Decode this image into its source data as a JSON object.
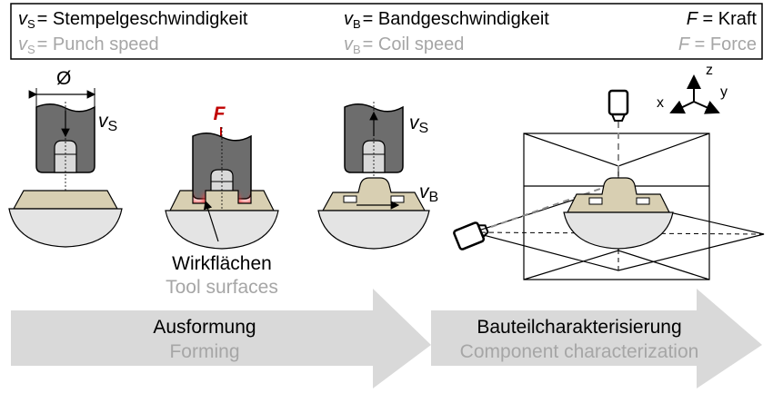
{
  "legend": {
    "punch": {
      "symbol": "v",
      "sub": "S",
      "de": "Stempelgeschwindigkeit",
      "en": "Punch speed"
    },
    "coil": {
      "symbol": "v",
      "sub": "B",
      "de": "Bandgeschwindigkeit",
      "en": "Coil speed"
    },
    "force": {
      "symbol": "F",
      "de": "Kraft",
      "en": "Force"
    },
    "equals": "="
  },
  "annotations": {
    "diameter": "Ø",
    "punch_speed_symbol": "v",
    "punch_speed_sub": "S",
    "coil_speed_symbol": "v",
    "coil_speed_sub": "B",
    "force_symbol": "F",
    "tool_surfaces_de": "Wirkflächen",
    "tool_surfaces_en": "Tool surfaces"
  },
  "axes": {
    "x": "x",
    "y": "y",
    "z": "z"
  },
  "stages": {
    "forming_de": "Ausformung",
    "forming_en": "Forming",
    "characterization_de": "Bauteilcharakterisierung",
    "characterization_en": "Component characterization"
  },
  "colors": {
    "tool": "#6d6d6d",
    "pin": "#d9d9d9",
    "die": "#e4e4e4",
    "sheet": "#d8cfb2",
    "force": "#c00000",
    "glow": "#ff4040",
    "arrow": "#d9d9d9",
    "grey_text": "#a6a6a6"
  }
}
